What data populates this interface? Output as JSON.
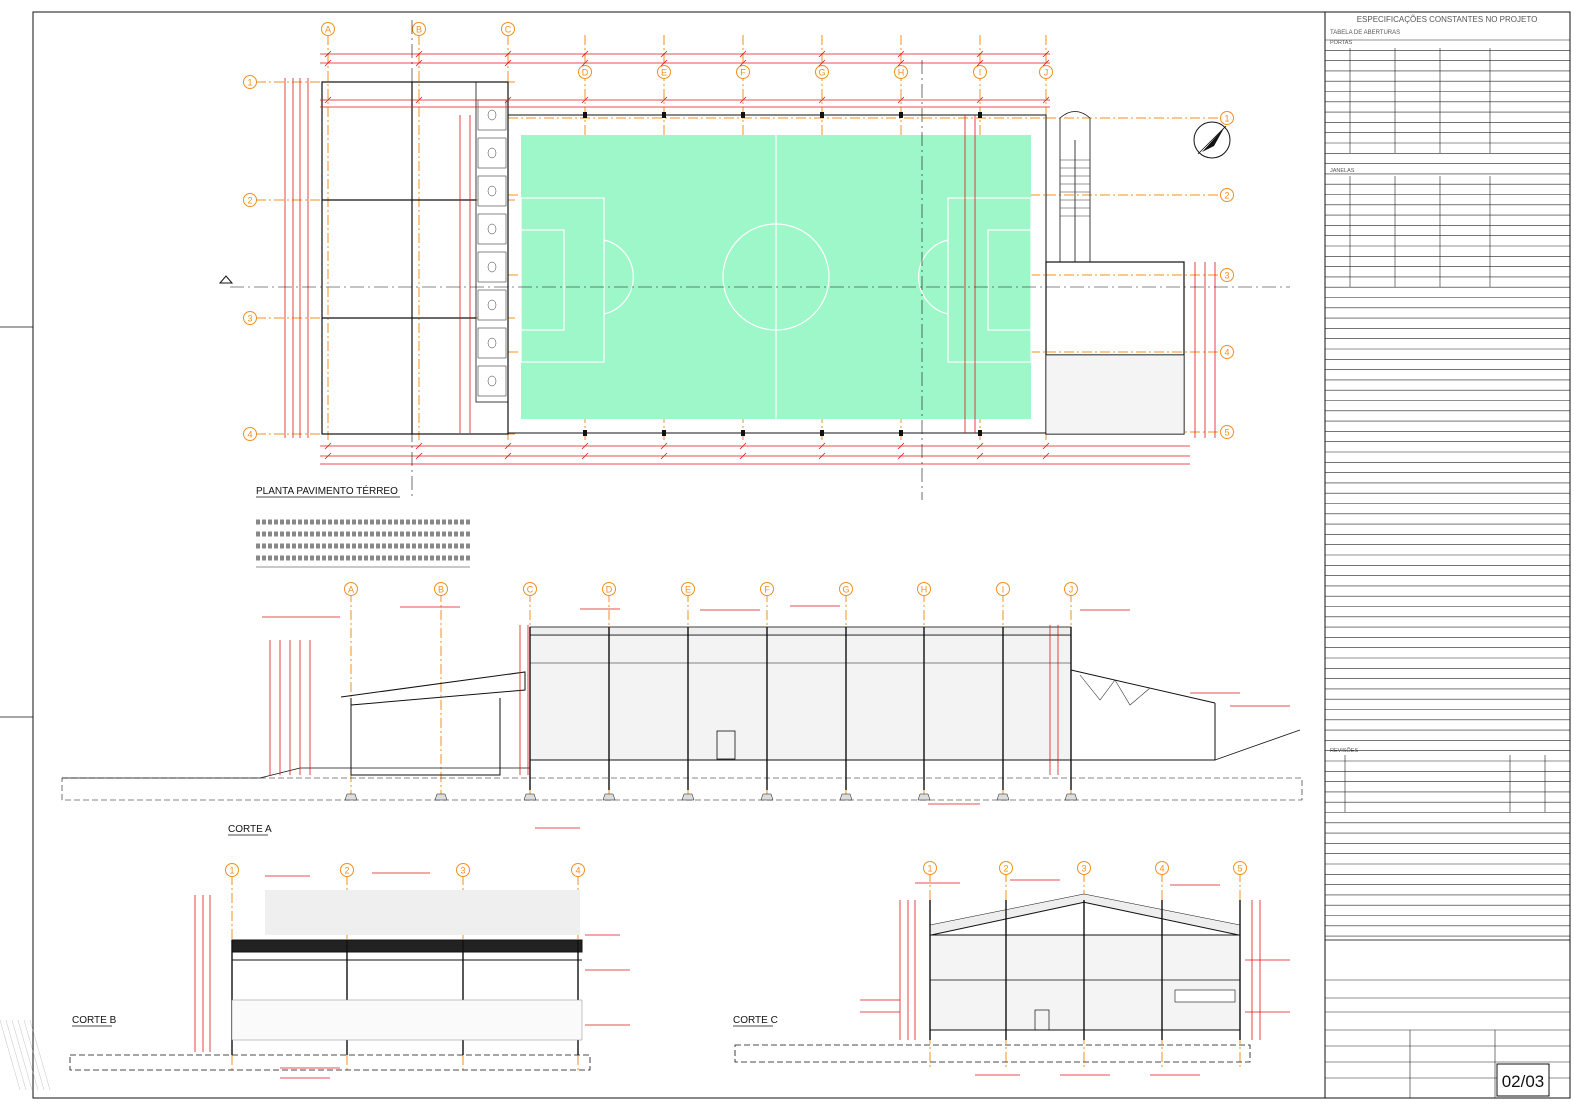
{
  "title_block": {
    "header": "ESPECIFICAÇÕES CONSTANTES NO PROJETO",
    "sub_header": "TABELA DE ABERTURAS",
    "portas_title": "PORTAS",
    "janelas_title": "JANELAS",
    "revisoes_title": "REVISÕES",
    "sheet_number": "02/03"
  },
  "drawings": {
    "plan_title": "PLANTA PAVIMENTO TÉRREO",
    "section_a_title": "CORTE A",
    "section_b_title": "CORTE B",
    "section_c_title": "CORTE C"
  },
  "grid_labels": {
    "plan_top": [
      "A",
      "B",
      "C",
      "D",
      "E",
      "F",
      "G",
      "H",
      "I",
      "J"
    ],
    "plan_left": [
      "1",
      "2",
      "3",
      "4"
    ],
    "plan_right": [
      "1",
      "2",
      "3",
      "4",
      "5"
    ],
    "section_a": [
      "A",
      "B",
      "C",
      "D",
      "E",
      "F",
      "G",
      "H",
      "I",
      "J"
    ],
    "section_b": [
      "1",
      "2",
      "3",
      "4"
    ],
    "section_c": [
      "1",
      "2",
      "3",
      "4",
      "5"
    ]
  },
  "colors": {
    "field": "#9ef7c8",
    "grid": "#f0901e",
    "dimension": "#e01515",
    "line": "#111111"
  }
}
